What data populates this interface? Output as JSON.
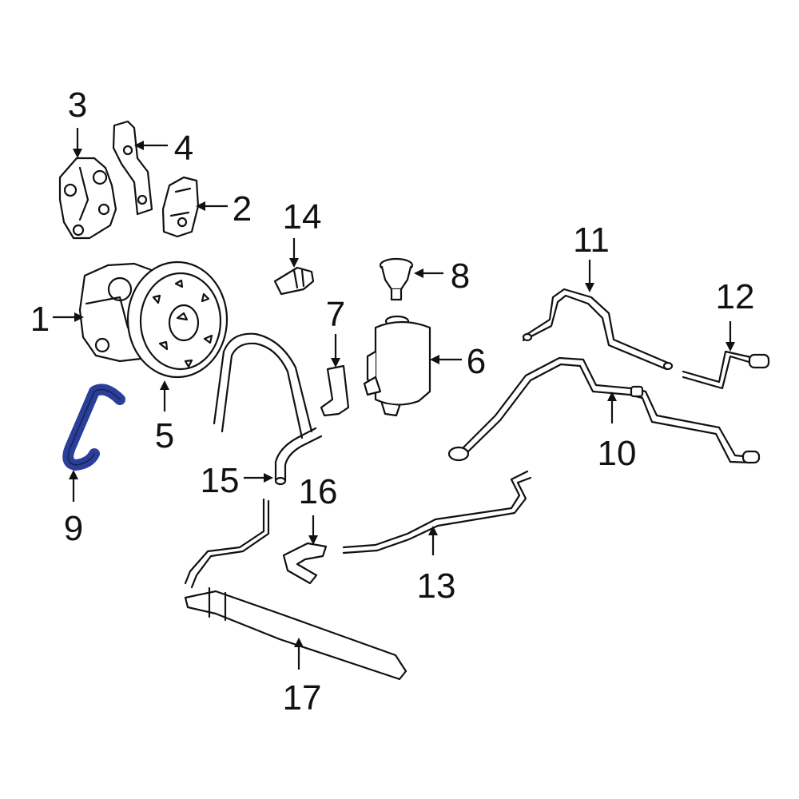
{
  "diagram": {
    "highlight_color": "#2a3f9a",
    "line_color": "#111111",
    "background": "#ffffff",
    "callouts": [
      {
        "id": "c1",
        "label": "1",
        "part": "power-steering-pump"
      },
      {
        "id": "c2",
        "label": "2",
        "part": "pump-bracket"
      },
      {
        "id": "c3",
        "label": "3",
        "part": "pump-mount"
      },
      {
        "id": "c4",
        "label": "4",
        "part": "bracket-plate"
      },
      {
        "id": "c5",
        "label": "5",
        "part": "pulley"
      },
      {
        "id": "c6",
        "label": "6",
        "part": "reservoir"
      },
      {
        "id": "c7",
        "label": "7",
        "part": "reservoir-bracket"
      },
      {
        "id": "c8",
        "label": "8",
        "part": "reservoir-cap"
      },
      {
        "id": "c9",
        "label": "9",
        "part": "return-hose",
        "highlighted": true
      },
      {
        "id": "c10",
        "label": "10",
        "part": "pressure-line"
      },
      {
        "id": "c11",
        "label": "11",
        "part": "return-line"
      },
      {
        "id": "c12",
        "label": "12",
        "part": "cooler-line"
      },
      {
        "id": "c13",
        "label": "13",
        "part": "return-tube"
      },
      {
        "id": "c14",
        "label": "14",
        "part": "pressure-switch"
      },
      {
        "id": "c15",
        "label": "15",
        "part": "hose"
      },
      {
        "id": "c16",
        "label": "16",
        "part": "hose"
      },
      {
        "id": "c17",
        "label": "17",
        "part": "cooler"
      }
    ]
  }
}
